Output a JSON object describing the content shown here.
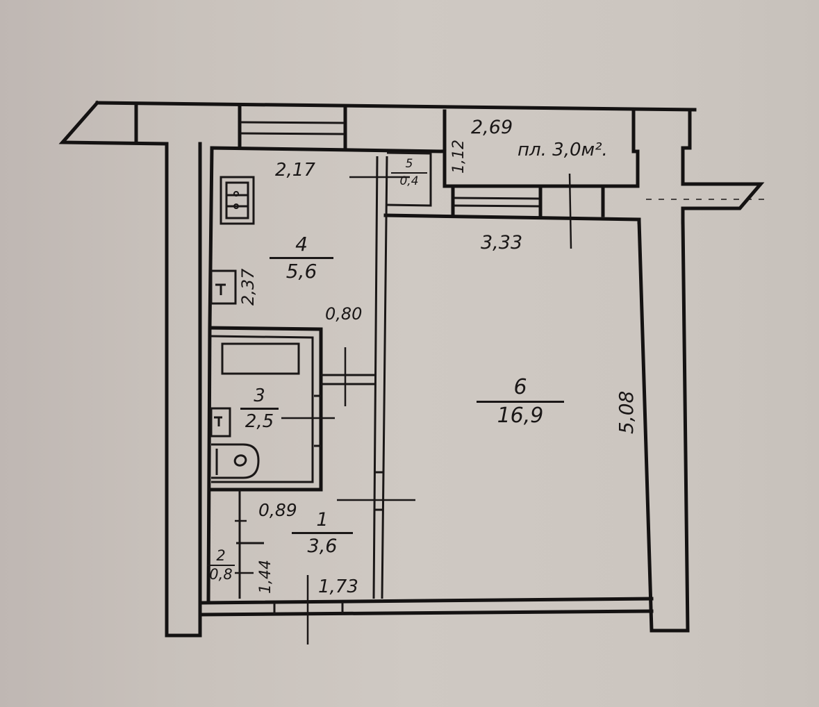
{
  "plan": {
    "type": "apartment-floor-plan",
    "background_color": "#cbc4be",
    "line_color": "#1a1717"
  },
  "rooms": [
    {
      "id": "1",
      "number": "1",
      "area": "3,6"
    },
    {
      "id": "2",
      "number": "2",
      "area": "0,8"
    },
    {
      "id": "3",
      "number": "3",
      "area": "2,5"
    },
    {
      "id": "4",
      "number": "4",
      "area": "5,6"
    },
    {
      "id": "5",
      "number": "5",
      "area": "0,4"
    },
    {
      "id": "6",
      "number": "6",
      "area": "16,9"
    }
  ],
  "balcony": {
    "width": "2,69",
    "depth": "1,12",
    "area_label": "пл. 3,0м²."
  },
  "dimensions": {
    "kitchen_width": "2,17",
    "kitchen_depth": "2,37",
    "door_width": "0,80",
    "room6_width": "3,33",
    "room6_depth": "5,08",
    "hall_depth": "0,89",
    "hall_length": "1,44",
    "hall_width": "1,73"
  },
  "icons": {
    "stove": "stove-icon",
    "sink": "sink-icon",
    "bathtub": "bathtub-icon",
    "washbasin": "washbasin-icon",
    "toilet": "toilet-icon"
  }
}
